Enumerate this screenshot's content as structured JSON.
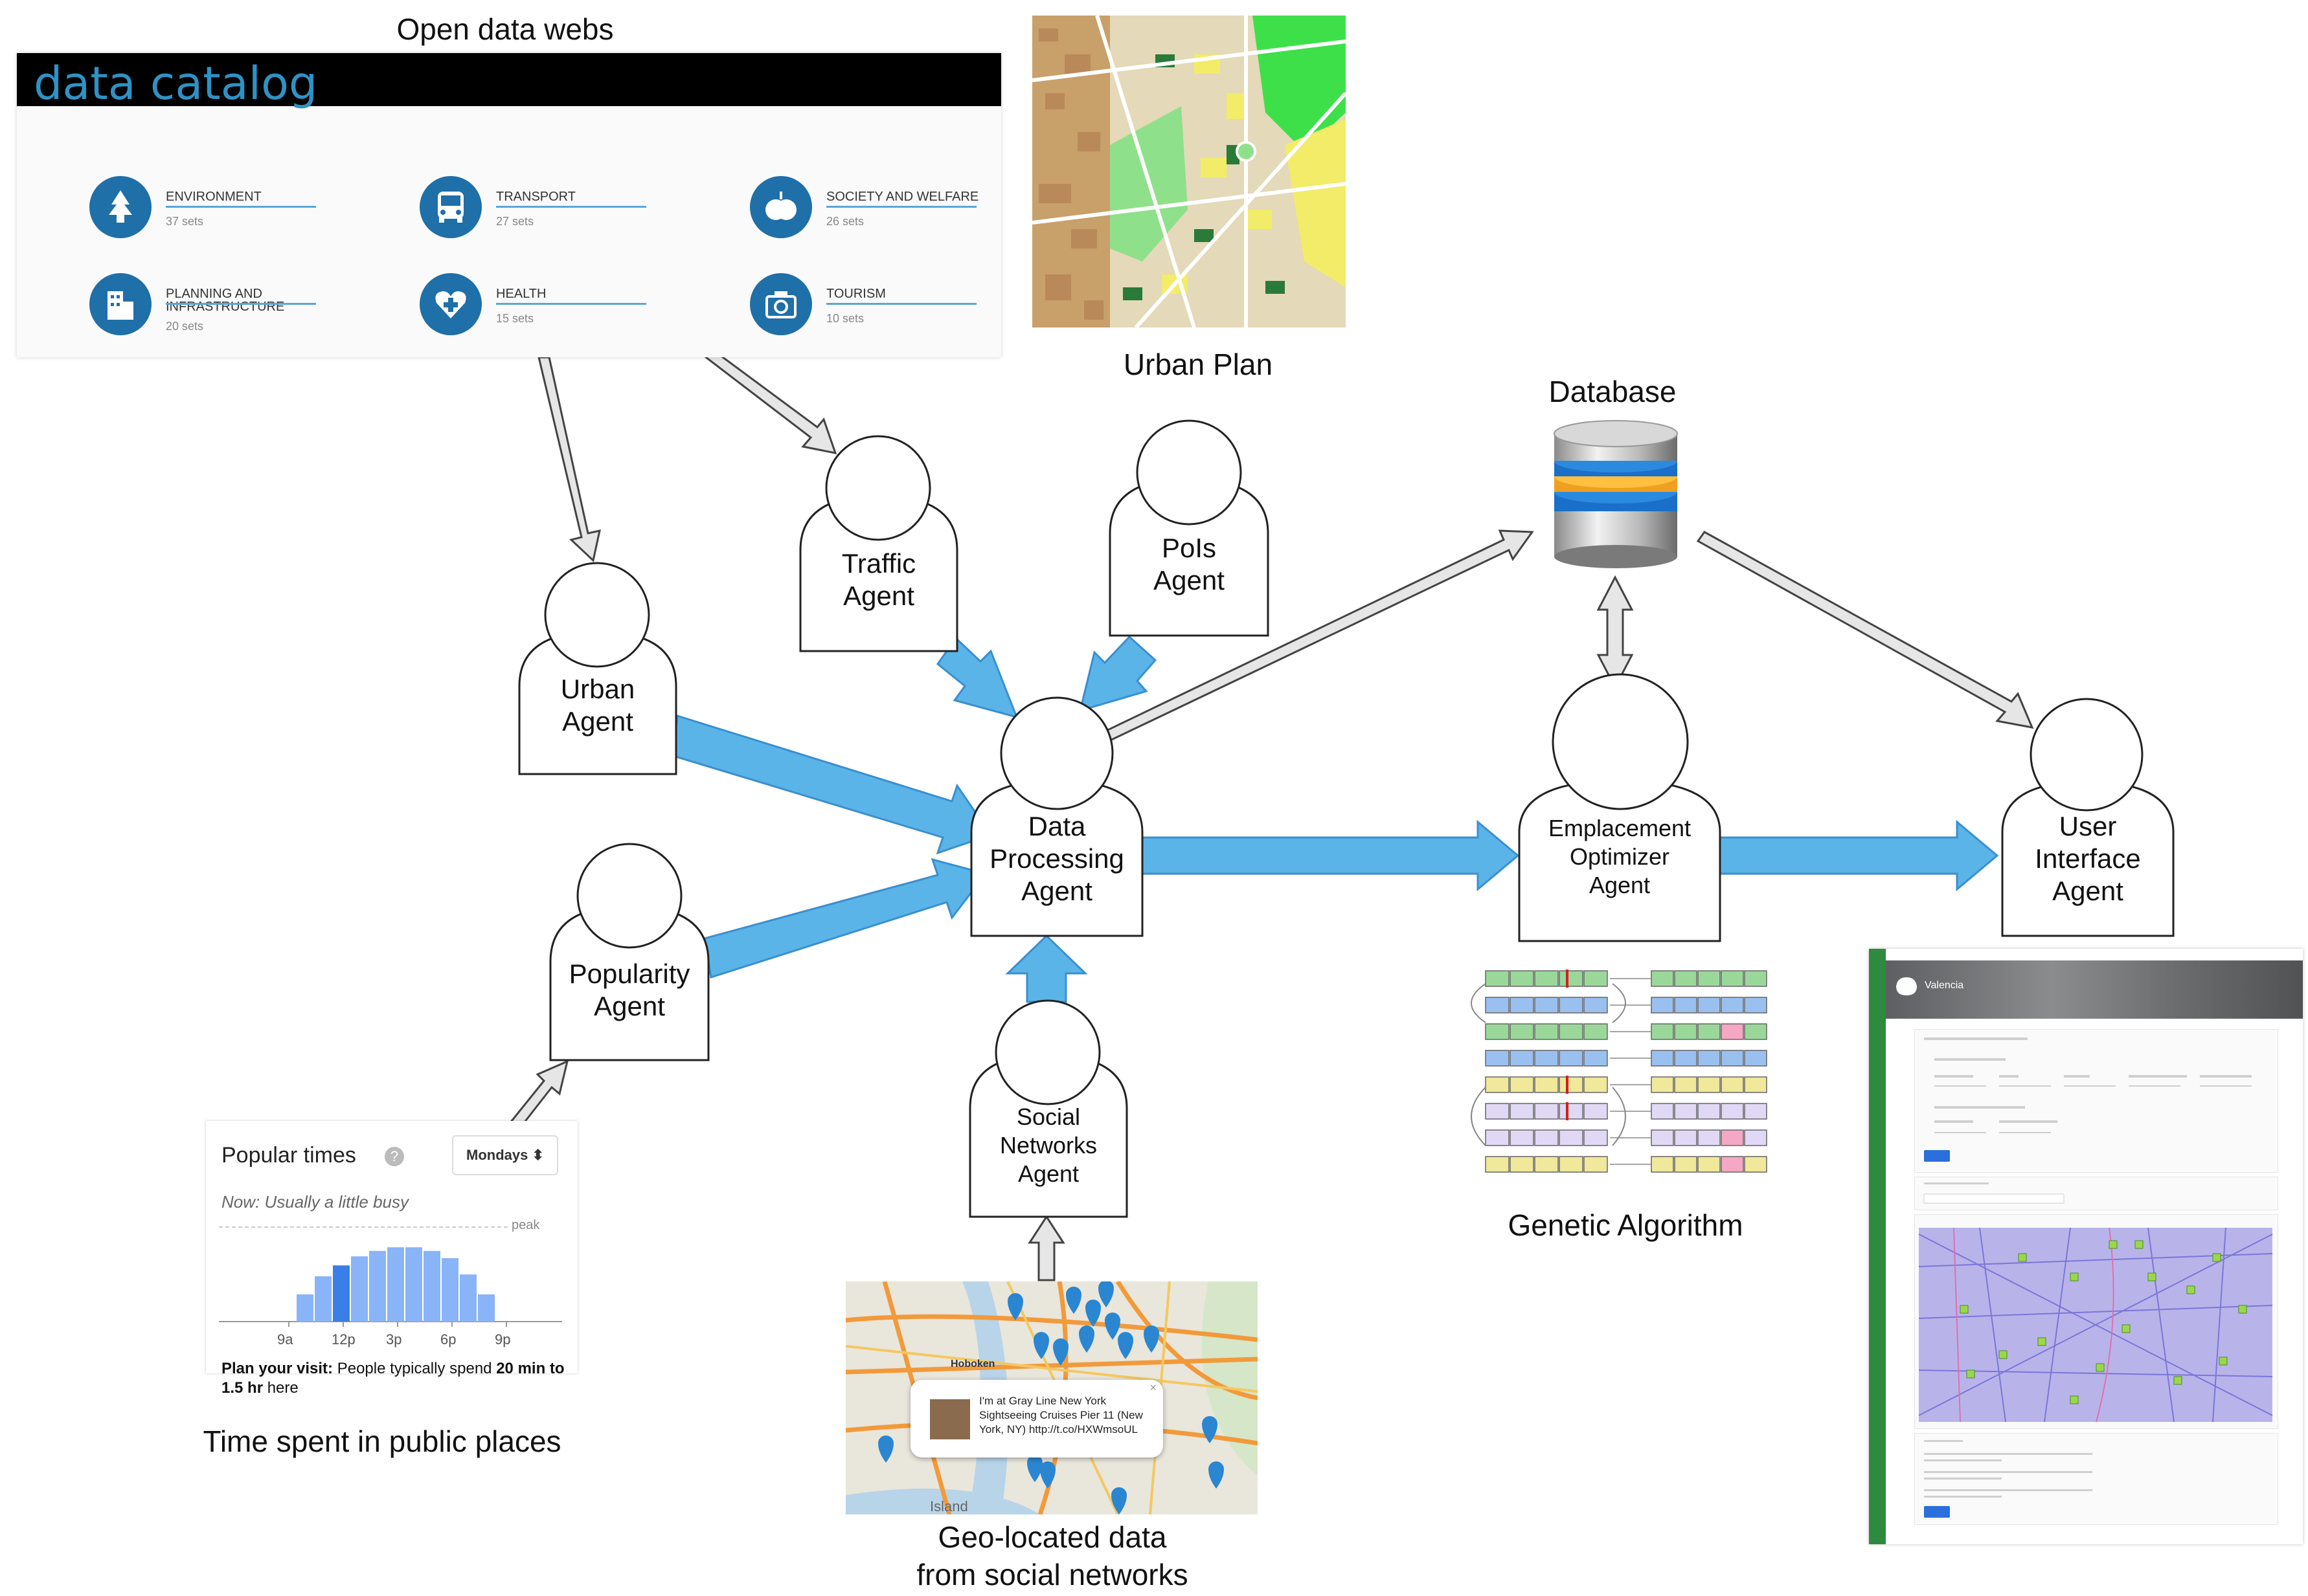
{
  "captions": {
    "open_data": "Open data webs",
    "urban_plan": "Urban Plan",
    "database": "Database",
    "genetic": "Genetic Algorithm",
    "time_spent": "Time spent in public places",
    "geo_line1": "Geo-located data",
    "geo_line2": "from social networks"
  },
  "catalog": {
    "title": "data catalog",
    "items": [
      {
        "name": "ENVIRONMENT",
        "count": "37 sets",
        "icon": "tree-icon"
      },
      {
        "name": "TRANSPORT",
        "count": "27 sets",
        "icon": "bus-icon"
      },
      {
        "name": "SOCIETY AND WELFARE",
        "count": "26 sets",
        "icon": "apple-icon"
      },
      {
        "name": "PLANNING AND\nINFRASTRUCTURE",
        "count": "20 sets",
        "icon": "building-icon"
      },
      {
        "name": "HEALTH",
        "count": "15 sets",
        "icon": "heart-plus-icon"
      },
      {
        "name": "TOURISM",
        "count": "10 sets",
        "icon": "camera-icon"
      }
    ]
  },
  "agents": {
    "urban": "Urban\nAgent",
    "traffic": "Traffic\nAgent",
    "pois": "PoIs\nAgent",
    "popularity": "Popularity\nAgent",
    "data_processing": "Data\nProcessing\nAgent",
    "social": "Social\nNetworks\nAgent",
    "emplacement": "Emplacement\nOptimizer\nAgent",
    "user_interface": "User\nInterface\nAgent"
  },
  "popular_times": {
    "title": "Popular times",
    "help_icon": "?",
    "day": "Mondays",
    "now": "Now: Usually a little busy",
    "peak": "peak",
    "hours": [
      "9a",
      "12p",
      "3p",
      "6p",
      "9p"
    ],
    "bars": [
      0.3,
      0.5,
      0.62,
      0.72,
      0.78,
      0.82,
      0.82,
      0.78,
      0.7,
      0.52,
      0.3
    ],
    "highlight_index": 2,
    "plan_label": "Plan your visit:",
    "plan_text": " People typically spend ",
    "plan_bold": "20 min to 1.5 hr",
    "plan_tail": " here"
  },
  "tweet": {
    "text": "I'm at Gray Line New York Sightseeing Cruises Pier 11 (New York, NY) http://t.co/HXWmsoUL",
    "close": "×"
  },
  "map_labels": {
    "hoboken": "Hoboken",
    "island": "Island"
  },
  "ui_shot": {
    "brand": "Valencia"
  },
  "colors": {
    "blue_arrow": "#5ab4e8",
    "blue_arrow_stroke": "#3a8fcf",
    "grey_arrow": "#e6e6e6",
    "catalog_blue": "#1f6fa8",
    "db_blue": "#2a7fd0",
    "db_orange": "#f0a020"
  }
}
